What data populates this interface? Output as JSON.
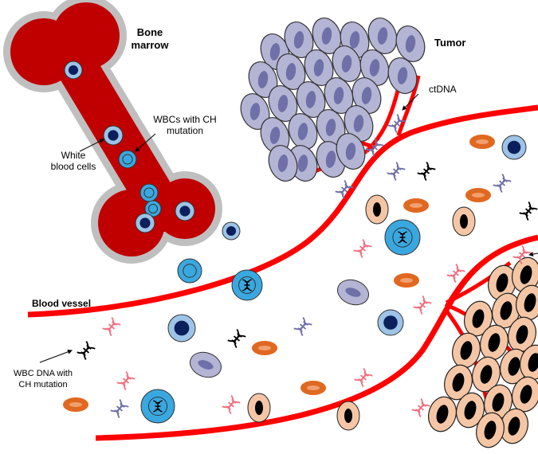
{
  "labels": {
    "bone_marrow": "Bone marrow",
    "tumor": "Tumor",
    "ctdna": "ctDNA",
    "wbcs_ch": "WBCs with CH mutation",
    "white_blood_cells": "White blood cells",
    "blood_vessel": "Blood vessel",
    "wbc_dna_ch": "WBC DNA with CH mutation"
  },
  "colors": {
    "vessel": "#ff0000",
    "marrow": "#c00000",
    "bone": "#bfbfbf",
    "tumor_cell": "#b4b4d4",
    "tumor_nucleus": "#7070a8",
    "tumor2_cell": "#f5c6a5",
    "rbc": "#e06820",
    "wbc": "#9dc3e6",
    "wbc_ch": "#3aa8e0",
    "wbc_nucleus": "#0a1f5c",
    "ctdna": "#7070a8",
    "ch_dna": "#000000",
    "normal_dna": "#f07080"
  }
}
